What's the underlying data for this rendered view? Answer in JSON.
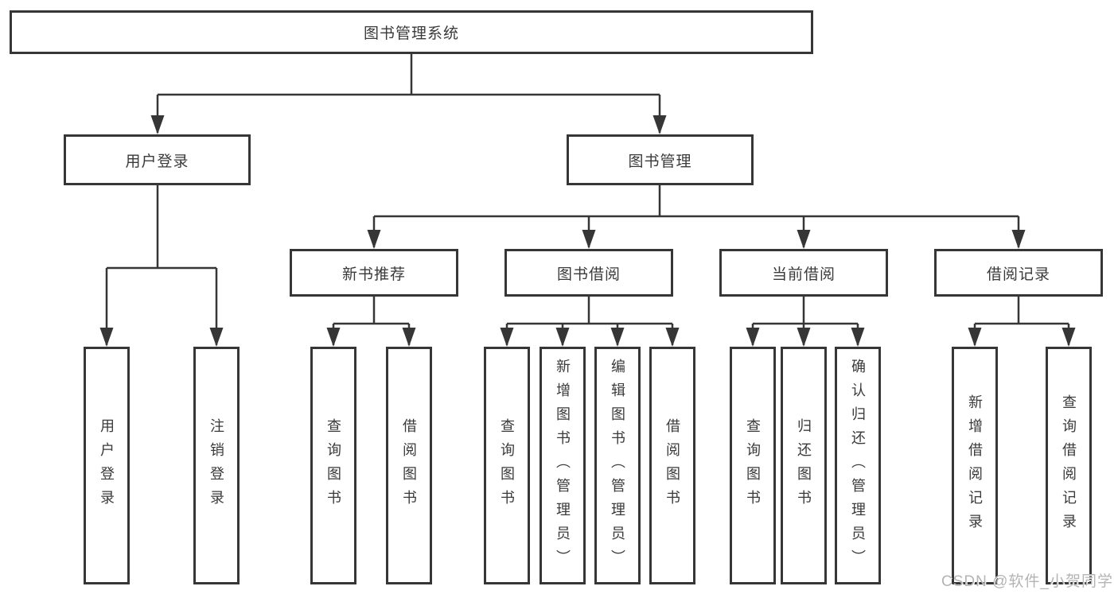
{
  "tree": {
    "label": "图书管理系统",
    "children": [
      {
        "label": "用户登录",
        "children": [
          {
            "label": "用户登录"
          },
          {
            "label": "注销登录"
          }
        ]
      },
      {
        "label": "图书管理",
        "children": [
          {
            "label": "新书推荐",
            "children": [
              {
                "label": "查询图书"
              },
              {
                "label": "借阅图书"
              }
            ]
          },
          {
            "label": "图书借阅",
            "children": [
              {
                "label": "查询图书"
              },
              {
                "label": "新增图书（管理员）"
              },
              {
                "label": "编辑图书（管理员）"
              },
              {
                "label": "借阅图书"
              }
            ]
          },
          {
            "label": "当前借阅",
            "children": [
              {
                "label": "查询图书"
              },
              {
                "label": "归还图书"
              },
              {
                "label": "确认归还（管理员）"
              }
            ]
          },
          {
            "label": "借阅记录",
            "children": [
              {
                "label": "新增借阅记录"
              },
              {
                "label": "查询借阅记录"
              }
            ]
          }
        ]
      }
    ]
  },
  "watermark": {
    "text": "CSDN @软件_小贺同学"
  },
  "colors": {
    "line": "#363636",
    "box_border": "#363636",
    "text": "#3a3a3a",
    "background": "#ffffff",
    "watermark": "#b4b4b4"
  }
}
